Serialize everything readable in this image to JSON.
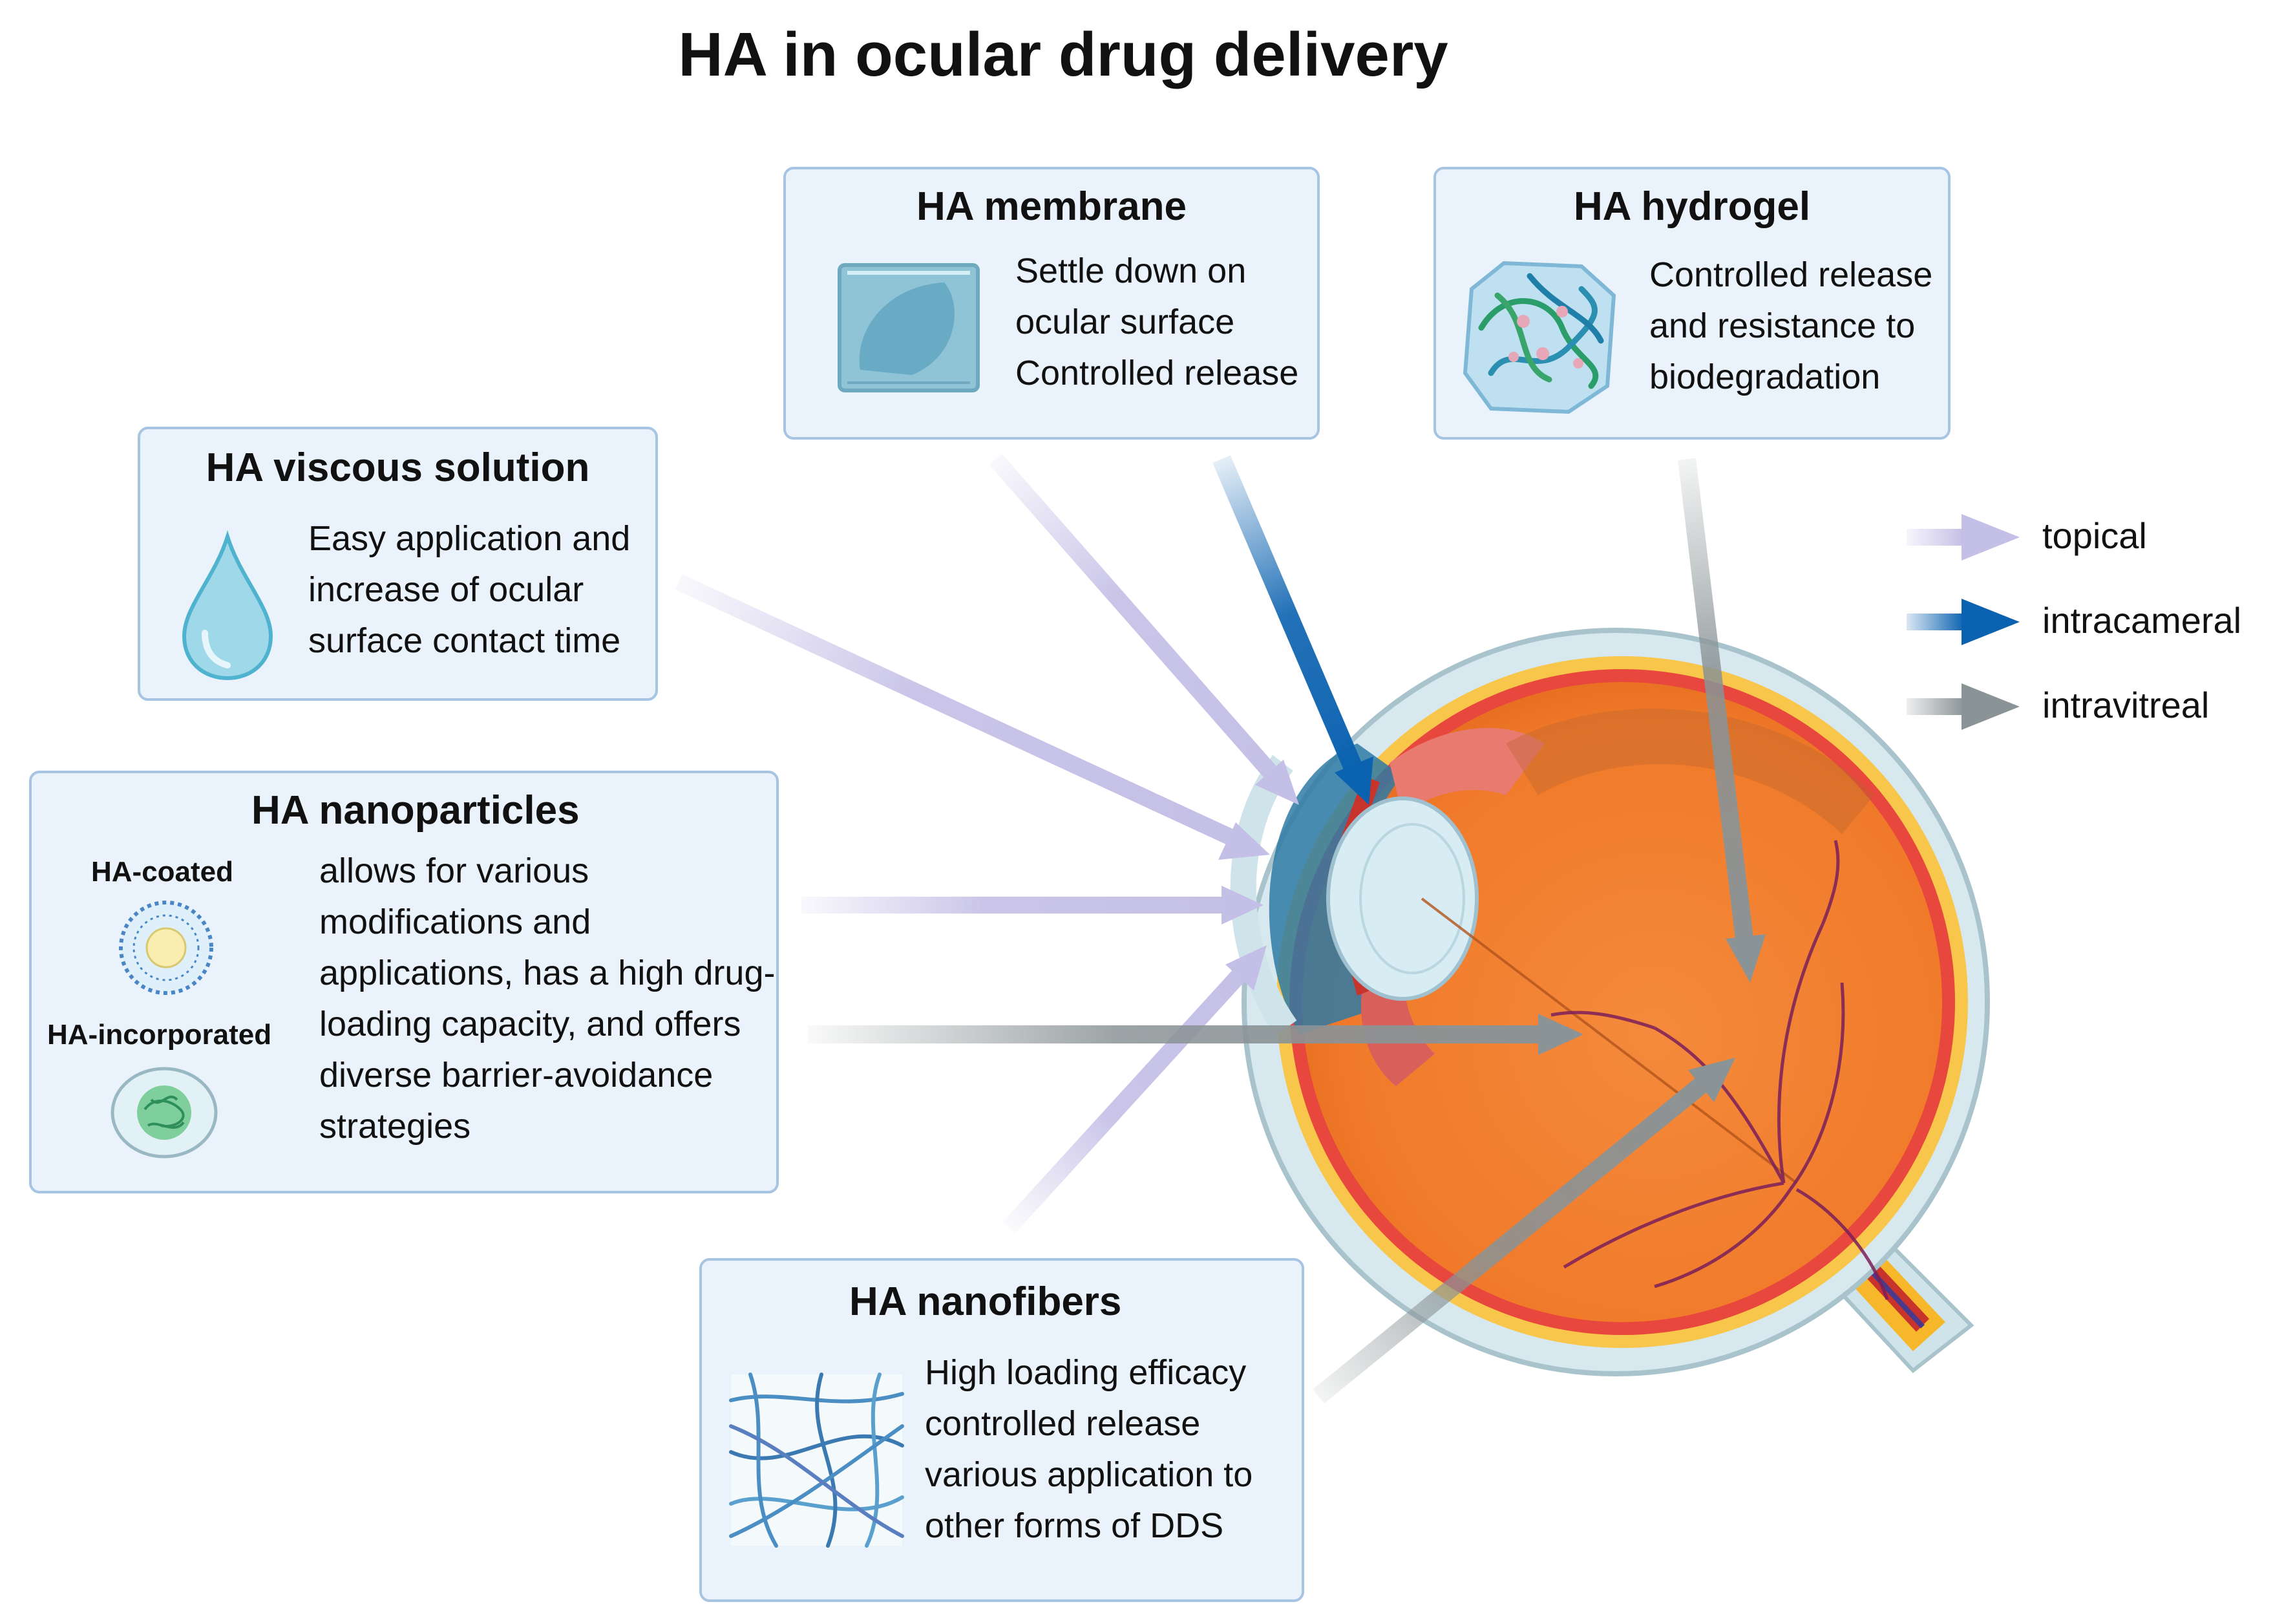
{
  "title": "HA in ocular drug delivery",
  "boxes": {
    "membrane": {
      "title": "HA membrane",
      "lines": [
        "Settle down on",
        "ocular surface",
        "Controlled release"
      ]
    },
    "hydrogel": {
      "title": "HA hydrogel",
      "lines": [
        "Controlled  release",
        "and resistance to",
        "biodegradation"
      ]
    },
    "viscous": {
      "title": "HA viscous solution",
      "lines": [
        "Easy application and",
        "increase of ocular",
        "surface contact time"
      ]
    },
    "nanoparticles": {
      "title": "HA nanoparticles",
      "coated_label": "HA-coated",
      "incorporated_label": "HA-incorporated",
      "lines": [
        "allows for various",
        "modifications and",
        "applications, has a high drug-",
        "loading capacity, and offers",
        "diverse barrier-avoidance",
        "strategies"
      ]
    },
    "nanofibers": {
      "title": "HA nanofibers",
      "lines": [
        "High loading efficacy",
        "controlled release",
        "various application to",
        "other forms of DDS"
      ]
    }
  },
  "legend": [
    {
      "label": "topical",
      "color": "#c4bfe6"
    },
    {
      "label": "intracameral",
      "color": "#0b62b0"
    },
    {
      "label": "intravitreal",
      "color": "#8a9396"
    }
  ],
  "icons": [
    "water-drop-icon",
    "membrane-sheet-icon",
    "hydrogel-network-icon",
    "coated-nanoparticle-icon",
    "incorporated-nanoparticle-icon",
    "nanofiber-mesh-icon",
    "eye-cross-section-illustration"
  ]
}
